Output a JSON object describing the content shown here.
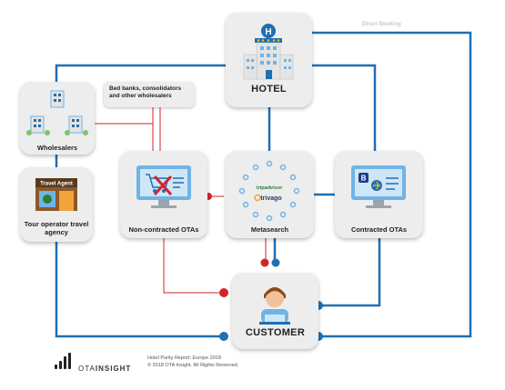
{
  "corner_label": "Direct Booking",
  "nodes": {
    "hotel": "HOTEL",
    "wholesalers": "Wholesalers",
    "bed_banks": "Bed banks, consolidators and other wholesalers",
    "tour_operator": "Tour operator travel agency",
    "travel_agent_sign": "Travel Agent",
    "non_contracted": "Non-contracted OTAs",
    "metasearch": "Metasearch",
    "contracted": "Contracted OTAs",
    "customer": "CUSTOMER",
    "hotel_sign": "H",
    "tripadvisor": "tripadvisor",
    "trivago": "trivago",
    "booking_b": "B"
  },
  "colors": {
    "blue": "#1f6fb2",
    "red": "#d0262a",
    "panel": "#ededed"
  },
  "footer": {
    "brand_thin": "OTA",
    "brand_bold": "INSIGHT",
    "line1": "Hotel Parity Report: Europe 2018",
    "line2": "© 2018 OTA Insight. All Rights Reserved."
  }
}
